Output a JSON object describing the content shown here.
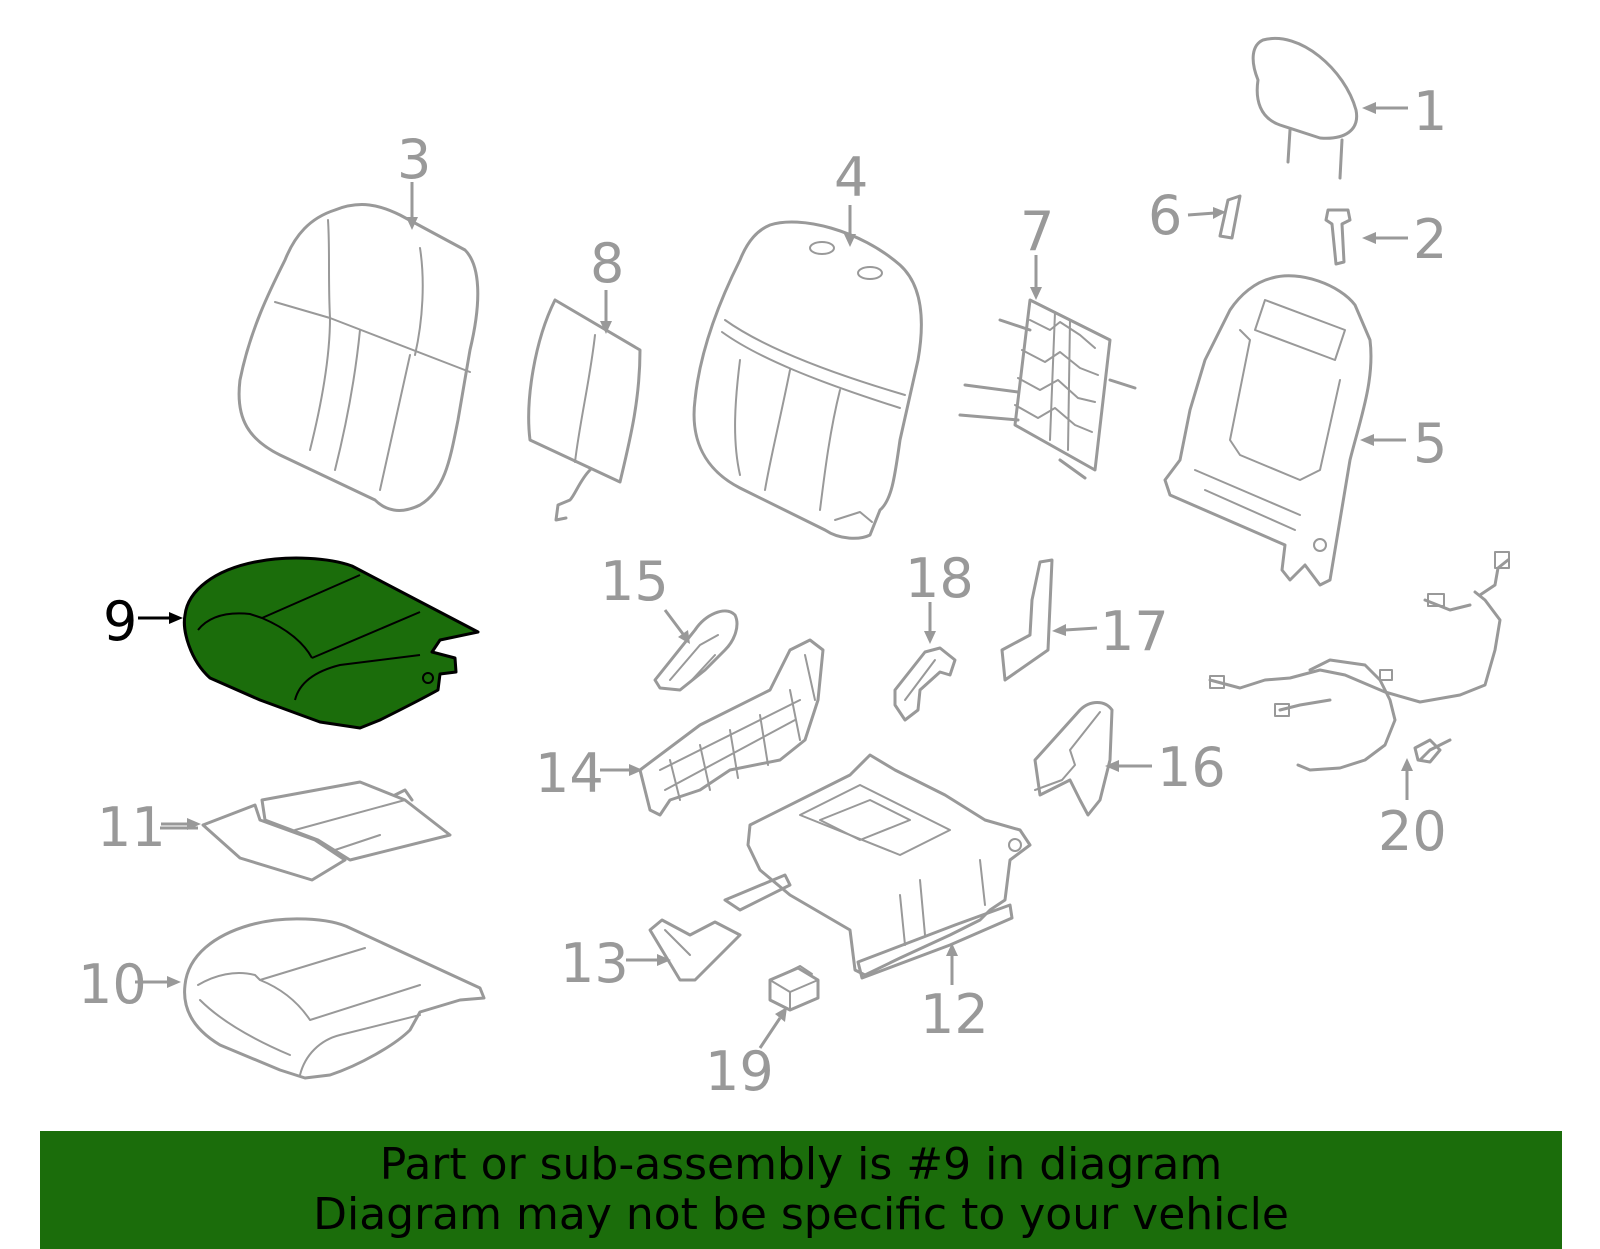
{
  "callouts": {
    "c1": "1",
    "c2": "2",
    "c3": "3",
    "c4": "4",
    "c5": "5",
    "c6": "6",
    "c7": "7",
    "c8": "8",
    "c9": "9",
    "c10": "10",
    "c11": "11",
    "c12": "12",
    "c13": "13",
    "c14": "14",
    "c15": "15",
    "c16": "16",
    "c17": "17",
    "c18": "18",
    "c19": "19",
    "c20": "20"
  },
  "highlighted_part": "9",
  "colors": {
    "highlight_fill": "#1b6d0b",
    "line_gray": "#999999",
    "banner_bg": "#1b6d0b"
  },
  "banner": {
    "line1": "Part or sub-assembly is #9 in diagram",
    "line2": "Diagram may not be specific to your vehicle"
  }
}
